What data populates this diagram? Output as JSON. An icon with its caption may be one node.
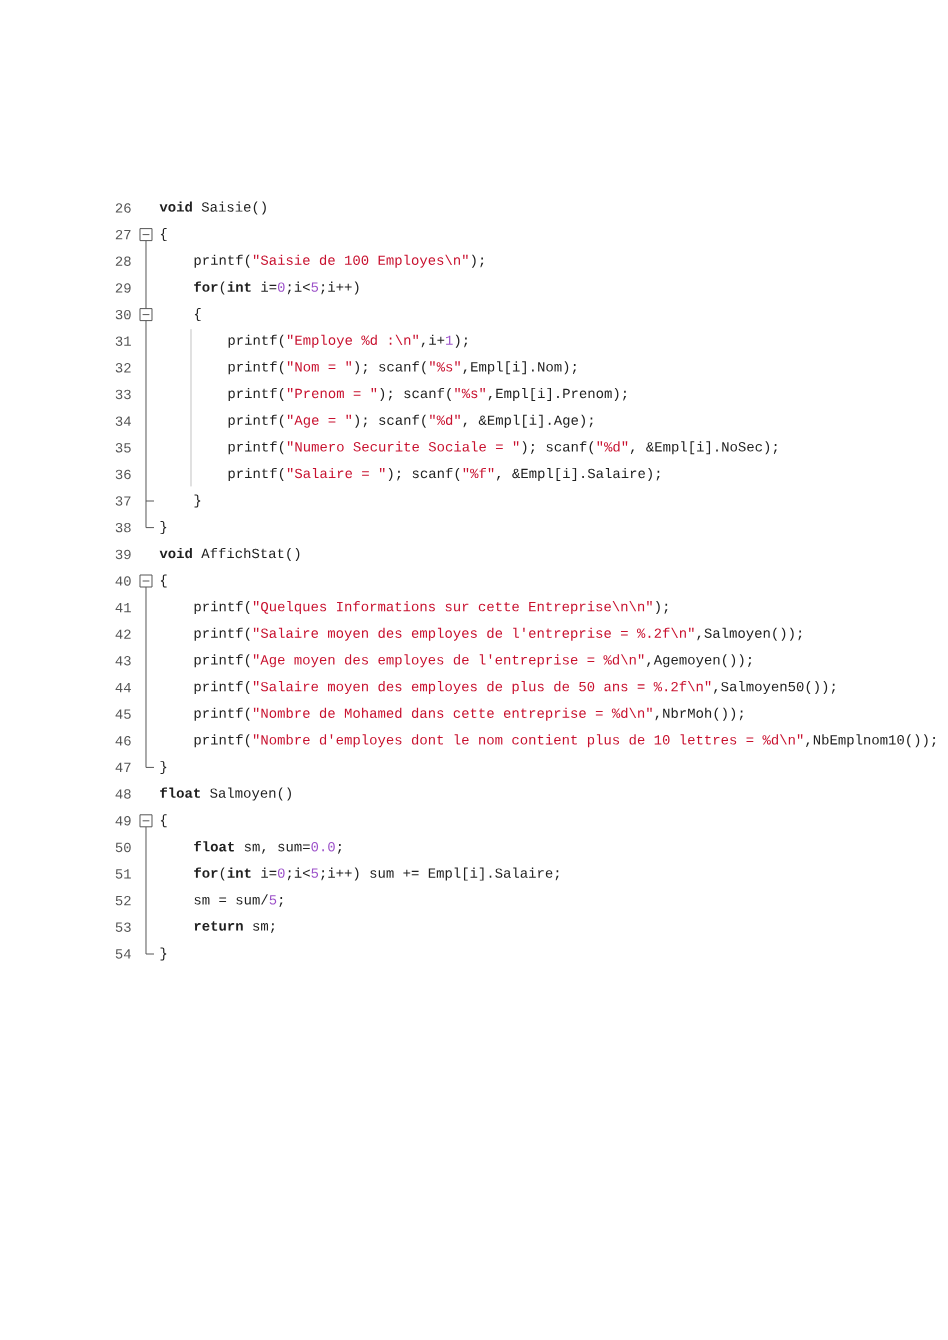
{
  "diagram": {
    "labels": [
      "26",
      "**void** Saisie()",
      "27",
      "{",
      "28",
      "printf(",
      "\"Saisie de 100 Employes\\n\"",
      ");",
      "29",
      "**for**(**int** i=",
      "0",
      ";i<",
      "5",
      ";i++)",
      "30",
      "{",
      "31",
      "printf(",
      "\"Employe %d :\\n\"",
      ",i+",
      "1",
      ");",
      "32",
      "printf(",
      "\"Nom = \"",
      "); scanf(",
      "\"%s\"",
      ",Empl[i].Nom);",
      "33",
      "printf(",
      "\"Prenom = \"",
      "); scanf(",
      "\"%s\"",
      ",Empl[i].Prenom);",
      "34",
      "printf(",
      "\"Age = \"",
      "); scanf(",
      "\"%d\"",
      ", &Empl[i].Age);",
      "35",
      "printf(",
      "\"Numero Securite Sociale = \"",
      "); scanf(",
      "\"%d\"",
      ", &Empl[i].NoSec);",
      "36",
      "printf(",
      "\"Salaire = \"",
      "); scanf(",
      "\"%f\"",
      ", &Empl[i].Salaire);",
      "37",
      "}",
      "38",
      "}",
      "39",
      "**void** AffichStat()",
      "40",
      "{",
      "41",
      "printf(",
      "\"Quelques Informations sur cette Entreprise\\n\\n\"",
      ");",
      "42",
      "printf(",
      "\"Salaire moyen des employes de l'entreprise = %.2f\\n\"",
      ",Salmoyen());",
      "43",
      "printf(",
      "\"Age moyen des employes de l'entreprise = %d\\n\"",
      ",Agemoyen());",
      "44",
      "printf(",
      "\"Salaire moyen des employes de plus de 50 ans = %.2f\\n\"",
      ",Salmoyen50());",
      "45",
      "printf(",
      "\"Nombre de Mohamed dans cette entreprise = %d\\n\"",
      ",NbrMoh());",
      "46",
      "printf(",
      "\"Nombre d'employes dont le nom contient plus de 10 lettres = %d\\n\"",
      ",NbEmplnom10());",
      "47",
      "}",
      "48",
      "**float** Salmoyen()",
      "49",
      "{",
      "50",
      "**float** sm, sum=",
      "0.0",
      ";",
      "51",
      "**for**(**int** i=",
      "0",
      ";i<",
      "5",
      ";i++) sum += Empl[i].Salaire;",
      "52",
      "sm = sum/",
      "5",
      ";",
      "53",
      "**return** sm;",
      "54",
      "}"
    ]
  }
}
